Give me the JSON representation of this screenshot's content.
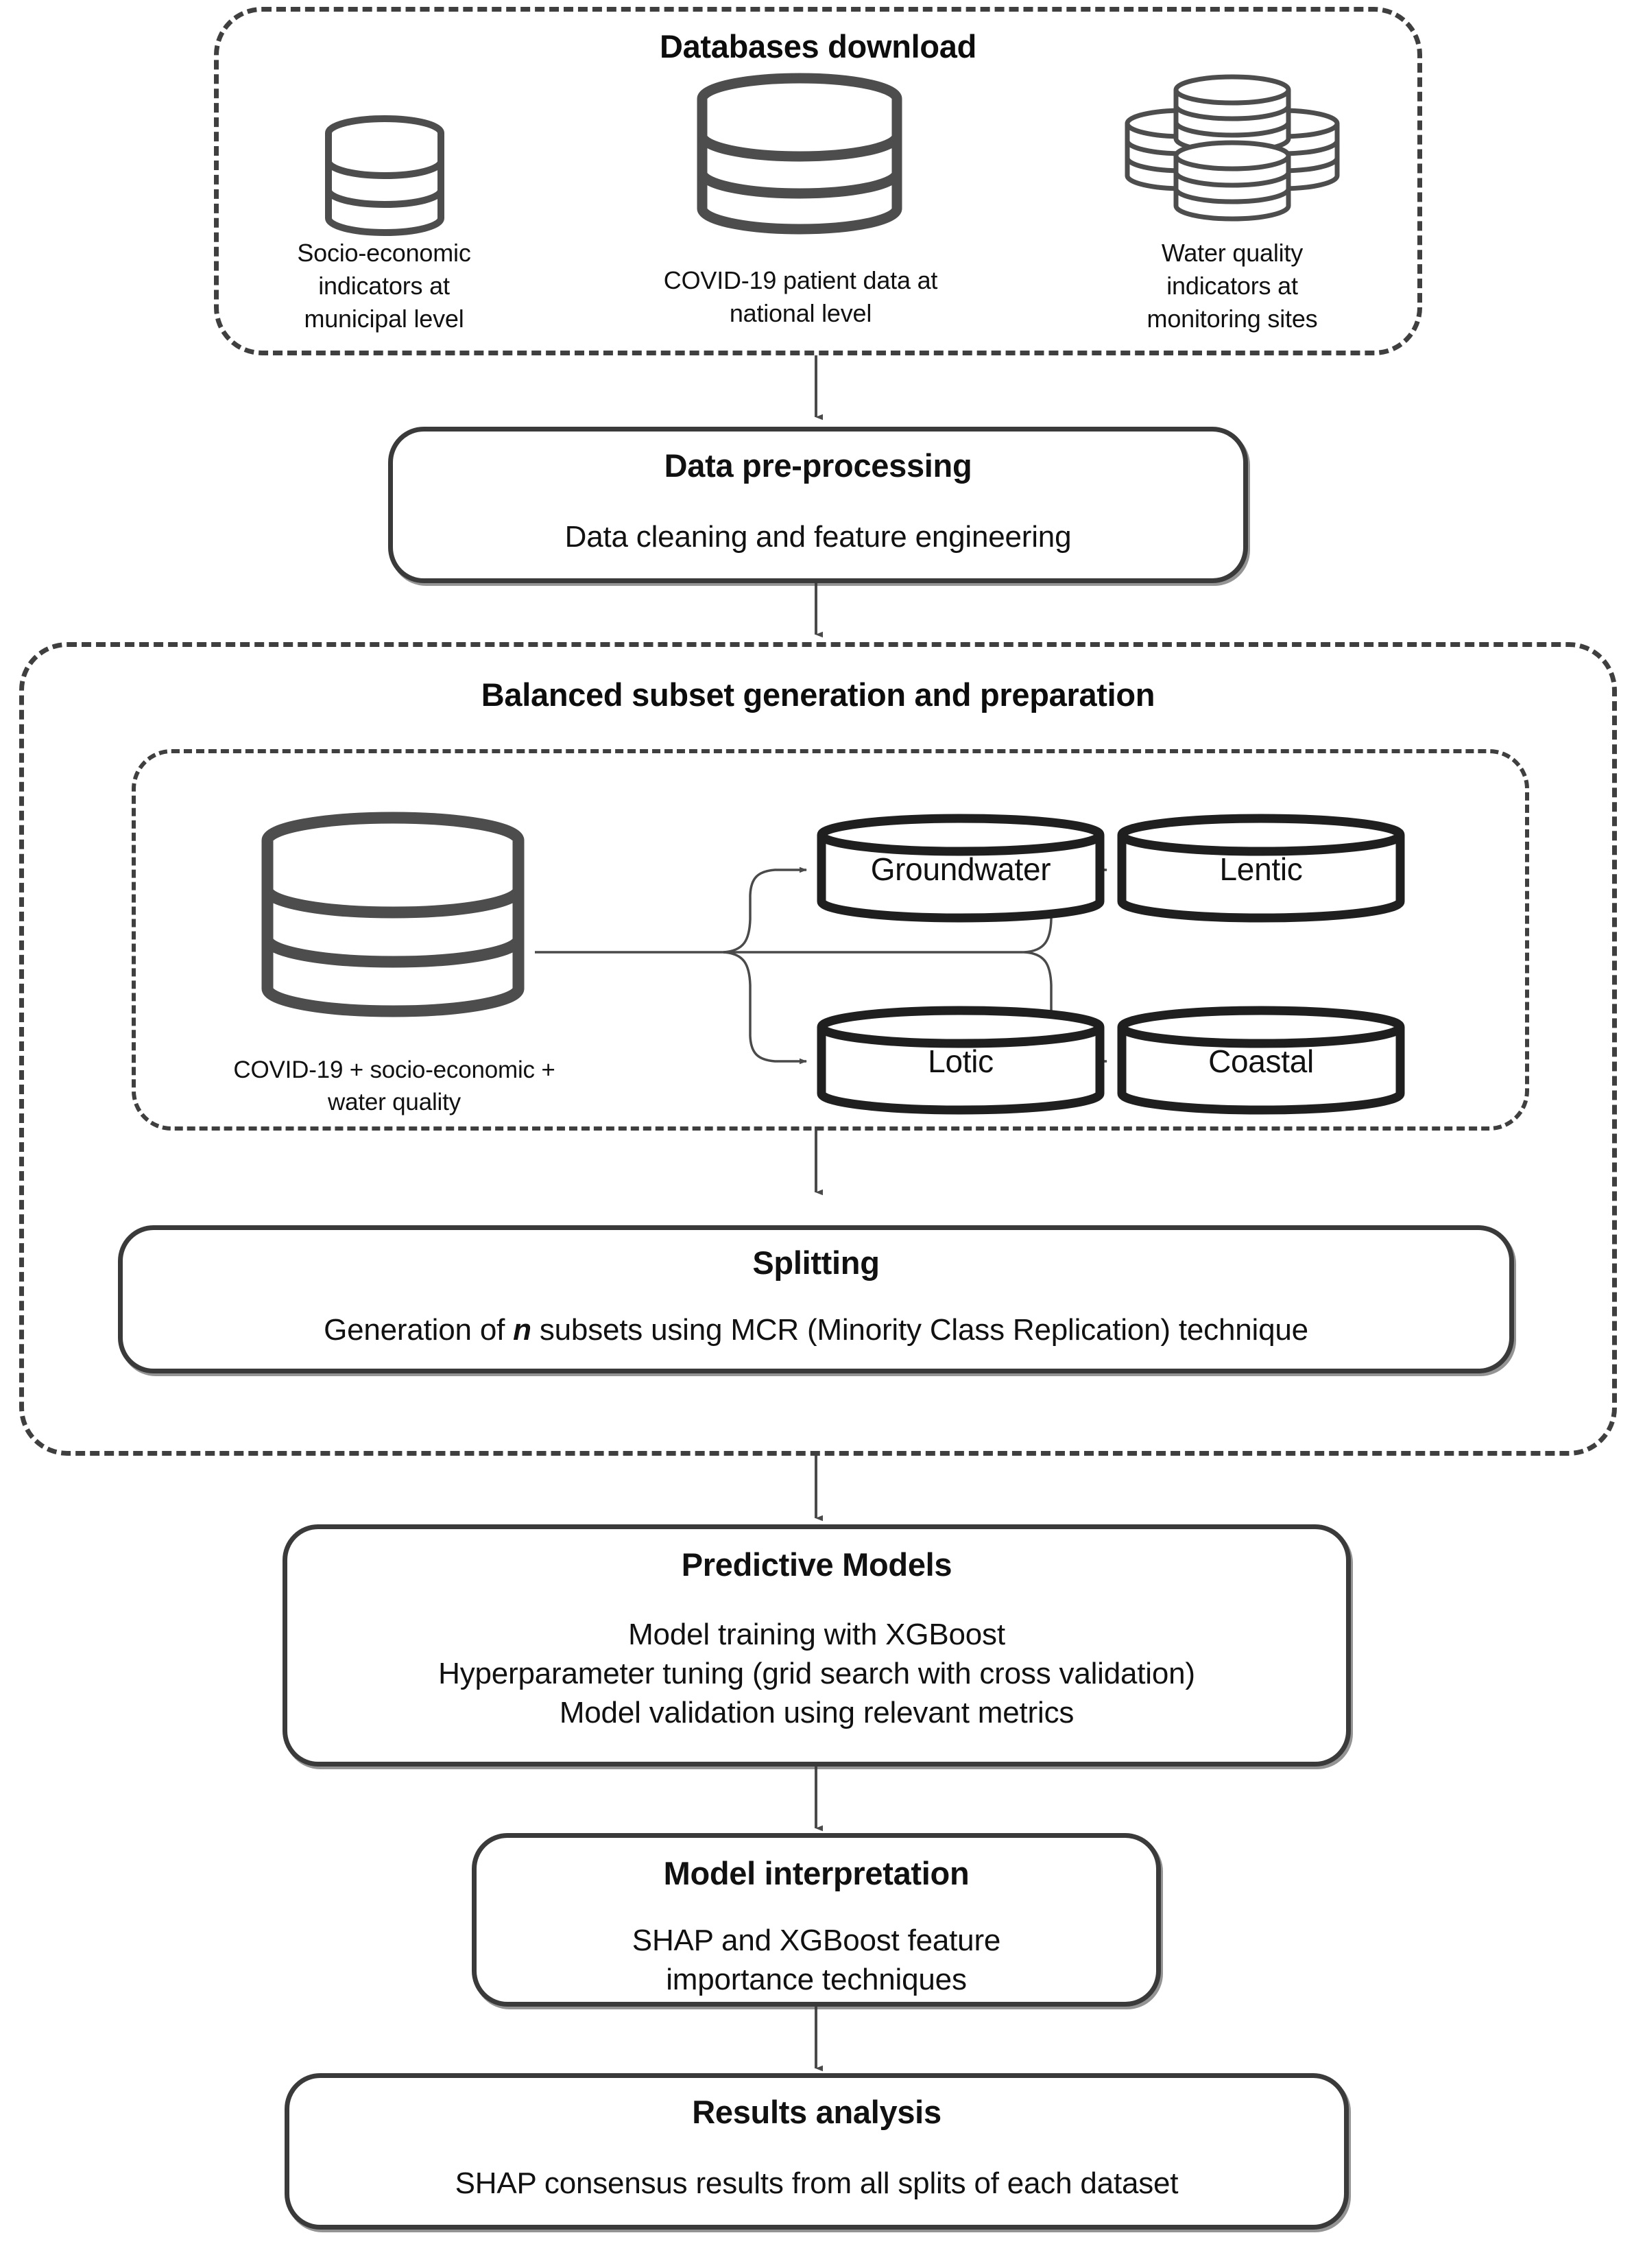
{
  "diagram": {
    "title": "Research workflow flowchart",
    "type": "flowchart",
    "stroke_color": "#3a3a3a",
    "dashed_color": "#3f3f3f",
    "text_color": "#111111",
    "background": "#ffffff"
  },
  "databases_section": {
    "title": "Databases download",
    "items": [
      {
        "icon": "database-cylinder-icon",
        "caption_lines": [
          "Socio-economic",
          "indicators at",
          "municipal level"
        ],
        "caption": "Socio-economic indicators at municipal level"
      },
      {
        "icon": "database-cylinder-large-icon",
        "caption_lines": [
          "COVID-19 patient data at",
          "national level"
        ],
        "caption": "COVID-19 patient data at national level"
      },
      {
        "icon": "database-cylinder-stack-icon",
        "caption_lines": [
          "Water quality",
          "indicators at",
          "monitoring sites"
        ],
        "caption": "Water quality indicators at monitoring sites"
      }
    ]
  },
  "preprocessing": {
    "title": "Data pre-processing",
    "body": "Data cleaning and feature engineering"
  },
  "balanced_section": {
    "title": "Balanced subset generation and preparation",
    "source": {
      "icon": "database-cylinder-large-icon",
      "caption_lines": [
        "COVID-19 + socio-economic +",
        "water quality"
      ],
      "caption": "COVID-19 + socio-economic + water quality"
    },
    "subsets": [
      {
        "label": "Groundwater",
        "icon": "database-cylinder-icon"
      },
      {
        "label": "Lentic",
        "icon": "database-cylinder-icon"
      },
      {
        "label": "Lotic",
        "icon": "database-cylinder-icon"
      },
      {
        "label": "Coastal",
        "icon": "database-cylinder-icon"
      }
    ],
    "splitting": {
      "title": "Splitting",
      "body_pre": "Generation of ",
      "body_emphasis": "n",
      "body_post": " subsets using MCR (Minority Class Replication) technique",
      "body": "Generation of n subsets using MCR (Minority Class Replication) technique"
    }
  },
  "predictive_models": {
    "title": "Predictive Models",
    "body_lines": [
      "Model training with XGBoost",
      "Hyperparameter tuning (grid search with cross validation)",
      "Model validation using relevant metrics"
    ]
  },
  "model_interpretation": {
    "title": "Model interpretation",
    "body_lines": [
      "SHAP and XGBoost feature",
      "importance techniques"
    ]
  },
  "results_analysis": {
    "title": "Results analysis",
    "body_lines": [
      "SHAP consensus results from all splits of each dataset"
    ]
  }
}
